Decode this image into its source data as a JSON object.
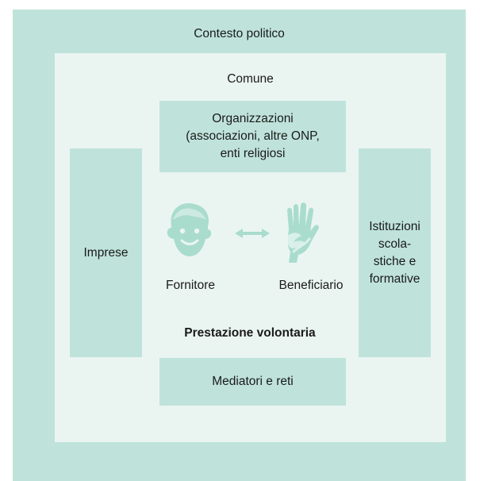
{
  "labels": {
    "outer": "Contesto politico",
    "inner": "Comune",
    "top": [
      "Organizzazioni",
      "(associazioni, altre ONP,",
      "enti religiosi"
    ],
    "left": "Imprese",
    "right": [
      "Istituzioni",
      "scola-",
      "stiche e",
      "formative"
    ],
    "bottom": "Mediatori e reti",
    "provider": "Fornitore",
    "beneficiary": "Beneficiario",
    "center": "Prestazione volontaria"
  },
  "icons": {
    "provider": "face-icon",
    "exchange": "double-arrow-icon",
    "beneficiary": "hands-icon"
  },
  "colors": {
    "outer": "#bfe3da",
    "inner": "#eaf5f2",
    "icon": "#a9dccd"
  }
}
